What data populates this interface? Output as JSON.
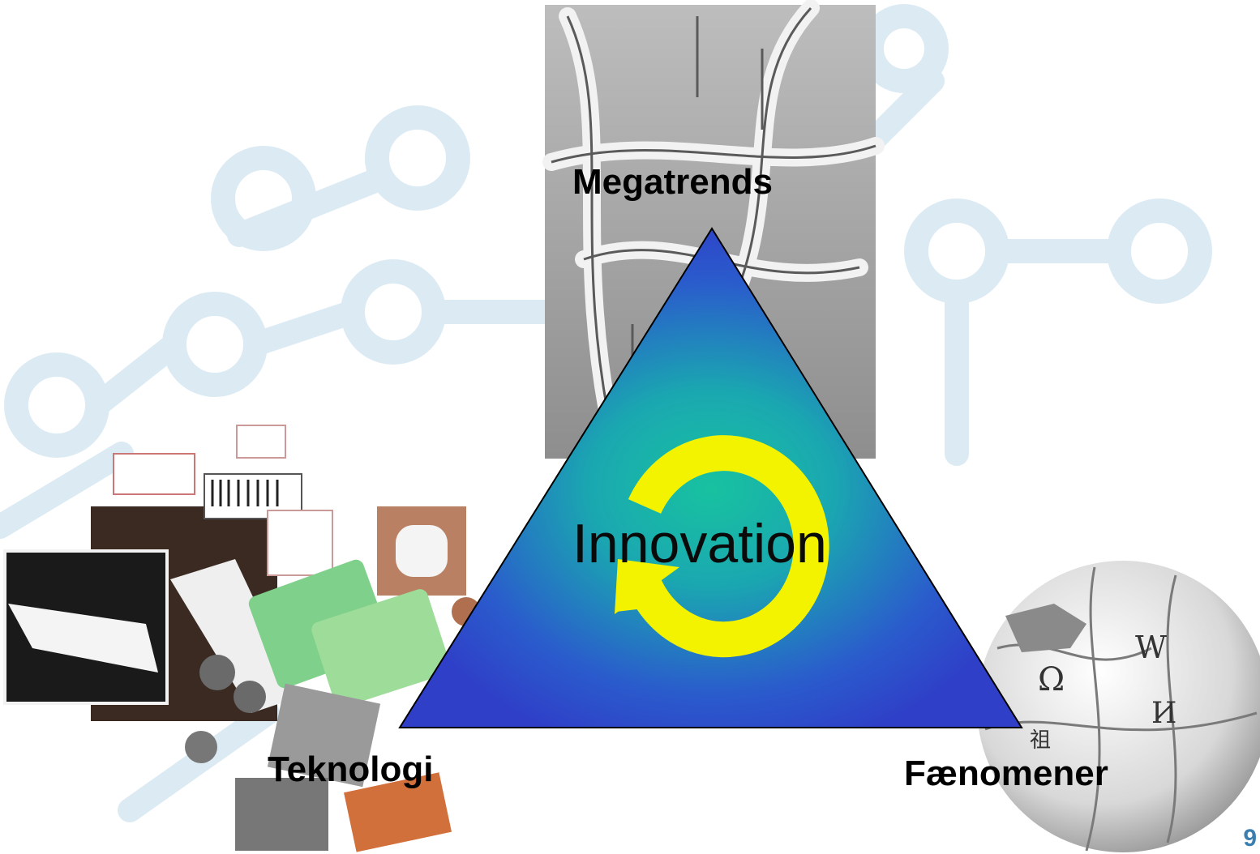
{
  "diagram": {
    "top_label": "Megatrends",
    "left_label": "Teknologi",
    "right_label": "Fænomener",
    "center_label": "Innovation"
  },
  "page": {
    "number": "9"
  },
  "colors": {
    "triangle_outer": "#2f3fc8",
    "triangle_inner": "#18c2a0",
    "cycle_arrow": "#f3f300",
    "background_motif": "#dcebf3"
  },
  "images": [
    {
      "name": "highway-interchange-photo"
    },
    {
      "name": "rfid-tags-photo"
    },
    {
      "name": "wikipedia-globe-logo"
    }
  ]
}
